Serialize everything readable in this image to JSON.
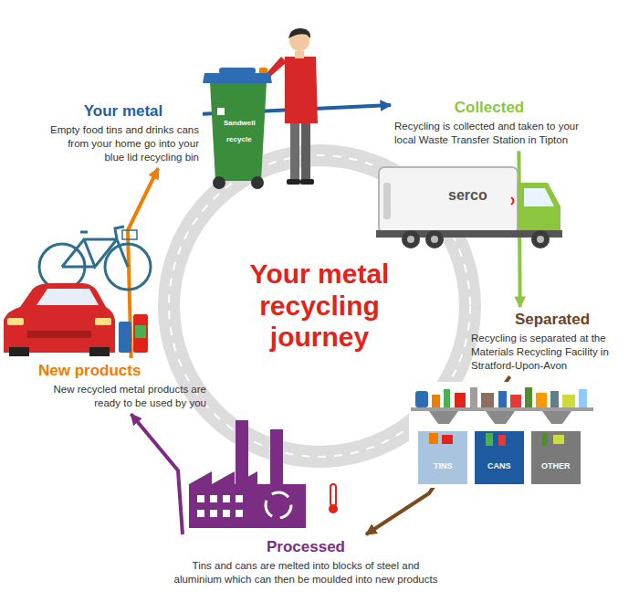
{
  "diagram": {
    "title": "Your metal recycling journey",
    "nodes": [
      {
        "text": [
          "Your metal",
          "Empty food tins and drinks cans from your home go into your blue lid recycling bin"
        ]
      },
      {
        "text": [
          "Collected",
          "Recycling is collected and taken to your local Waste Transfer Station in Tipton"
        ]
      },
      {
        "text": [
          "Separated",
          "Recycling is separated at the Materials Recycling Facility in Stratford-Upon-Avon"
        ]
      },
      {
        "text": [
          "Processed",
          "Tins and cans are melted into blocks of steel and aluminium which can then be moulded into new products"
        ]
      },
      {
        "text": [
          "New products",
          "New recycled metal products are ready to be used by you"
        ]
      }
    ],
    "edges": [
      {
        "from": 0,
        "to": 1,
        "arrow": "to"
      },
      {
        "from": 1,
        "to": 2,
        "arrow": "to"
      },
      {
        "from": 2,
        "to": 3,
        "arrow": "to"
      },
      {
        "from": 3,
        "to": 4,
        "arrow": "to"
      },
      {
        "from": 4,
        "to": 0,
        "arrow": "to"
      }
    ],
    "labels": [
      "Sandwell",
      "recycle",
      "serco",
      "TINS",
      "CANS",
      "OTHER"
    ]
  }
}
